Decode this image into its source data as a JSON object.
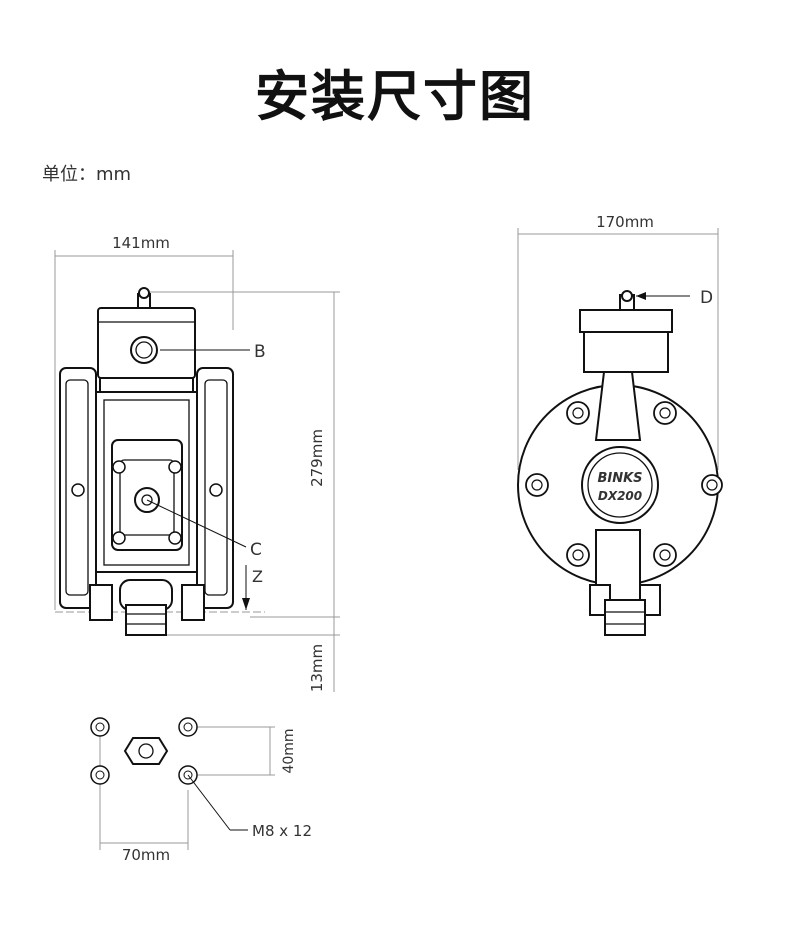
{
  "title": "安装尺寸图",
  "unit": "单位：mm",
  "front_view": {
    "width_label": "141mm",
    "height_label": "279mm",
    "base_label": "13mm",
    "callout_b": "B",
    "callout_c": "C",
    "callout_z": "Z"
  },
  "side_view": {
    "width_label": "170mm",
    "callout_d": "D",
    "logo_line1": "BINKS",
    "logo_line2": "DX200"
  },
  "footprint": {
    "depth_label": "40mm",
    "width_label": "70mm",
    "bolt_label": "M8 x 12"
  }
}
